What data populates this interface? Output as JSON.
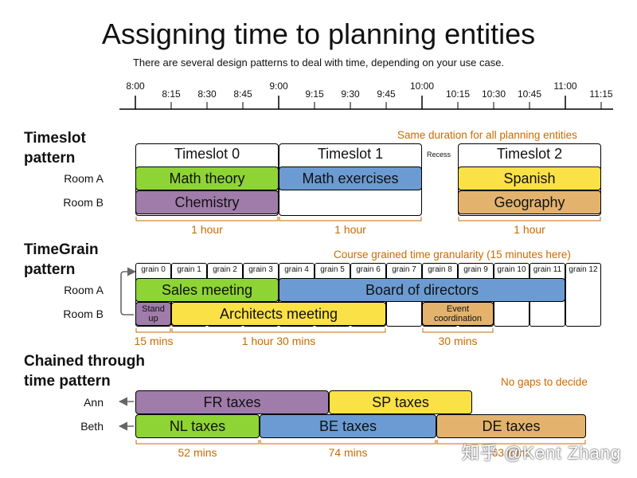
{
  "title": "Assigning time to planning entities",
  "subtitle": "There are several design patterns to deal with time, depending on your use case.",
  "timeline": {
    "ticks": [
      "8:00",
      "8:15",
      "8:30",
      "8:45",
      "9:00",
      "9:15",
      "9:30",
      "9:45",
      "10:00",
      "10:15",
      "10:30",
      "10:45",
      "11:00",
      "11:15"
    ]
  },
  "timeslot": {
    "heading": "Timeslot\npattern",
    "note": "Same duration for all planning entities",
    "room_a": "Room A",
    "room_b": "Room B",
    "slots": [
      "Timeslot 0",
      "Timeslot 1",
      "Timeslot 2"
    ],
    "recess": "Recess",
    "entities": [
      "Math theory",
      "Chemistry",
      "Math exercises",
      "Spanish",
      "Geography"
    ],
    "durations": [
      "1 hour",
      "1 hour",
      "1 hour"
    ],
    "colors": {
      "green": "#8ed434",
      "purple": "#a07caa",
      "blue": "#6b9bd2",
      "yellow": "#fae146",
      "orange": "#e3b36e"
    }
  },
  "timegrain": {
    "heading": "TimeGrain\npattern",
    "note": "Course grained time granularity (15 minutes here)",
    "room_a": "Room A",
    "room_b": "Room B",
    "grains": [
      "grain 0",
      "grain 1",
      "grain 2",
      "grain 3",
      "grain 4",
      "grain 5",
      "grain 6",
      "grain 7",
      "grain 8",
      "grain 9",
      "grain 10",
      "grain 11",
      "grain 12"
    ],
    "entities": [
      "Sales meeting",
      "Board of directors",
      "Stand\nup",
      "Architects meeting",
      "Event\ncoordination"
    ],
    "durations": [
      "15 mins",
      "1 hour 30 mins",
      "30 mins"
    ]
  },
  "chained": {
    "heading": "Chained through\ntime pattern",
    "note": "No gaps to decide",
    "ann": "Ann",
    "beth": "Beth",
    "entities": [
      "FR taxes",
      "SP taxes",
      "NL taxes",
      "BE taxes",
      "DE taxes"
    ],
    "durations": [
      "52 mins",
      "74 mins",
      "63 mins"
    ]
  },
  "watermark": "知乎 @Kent Zhang"
}
